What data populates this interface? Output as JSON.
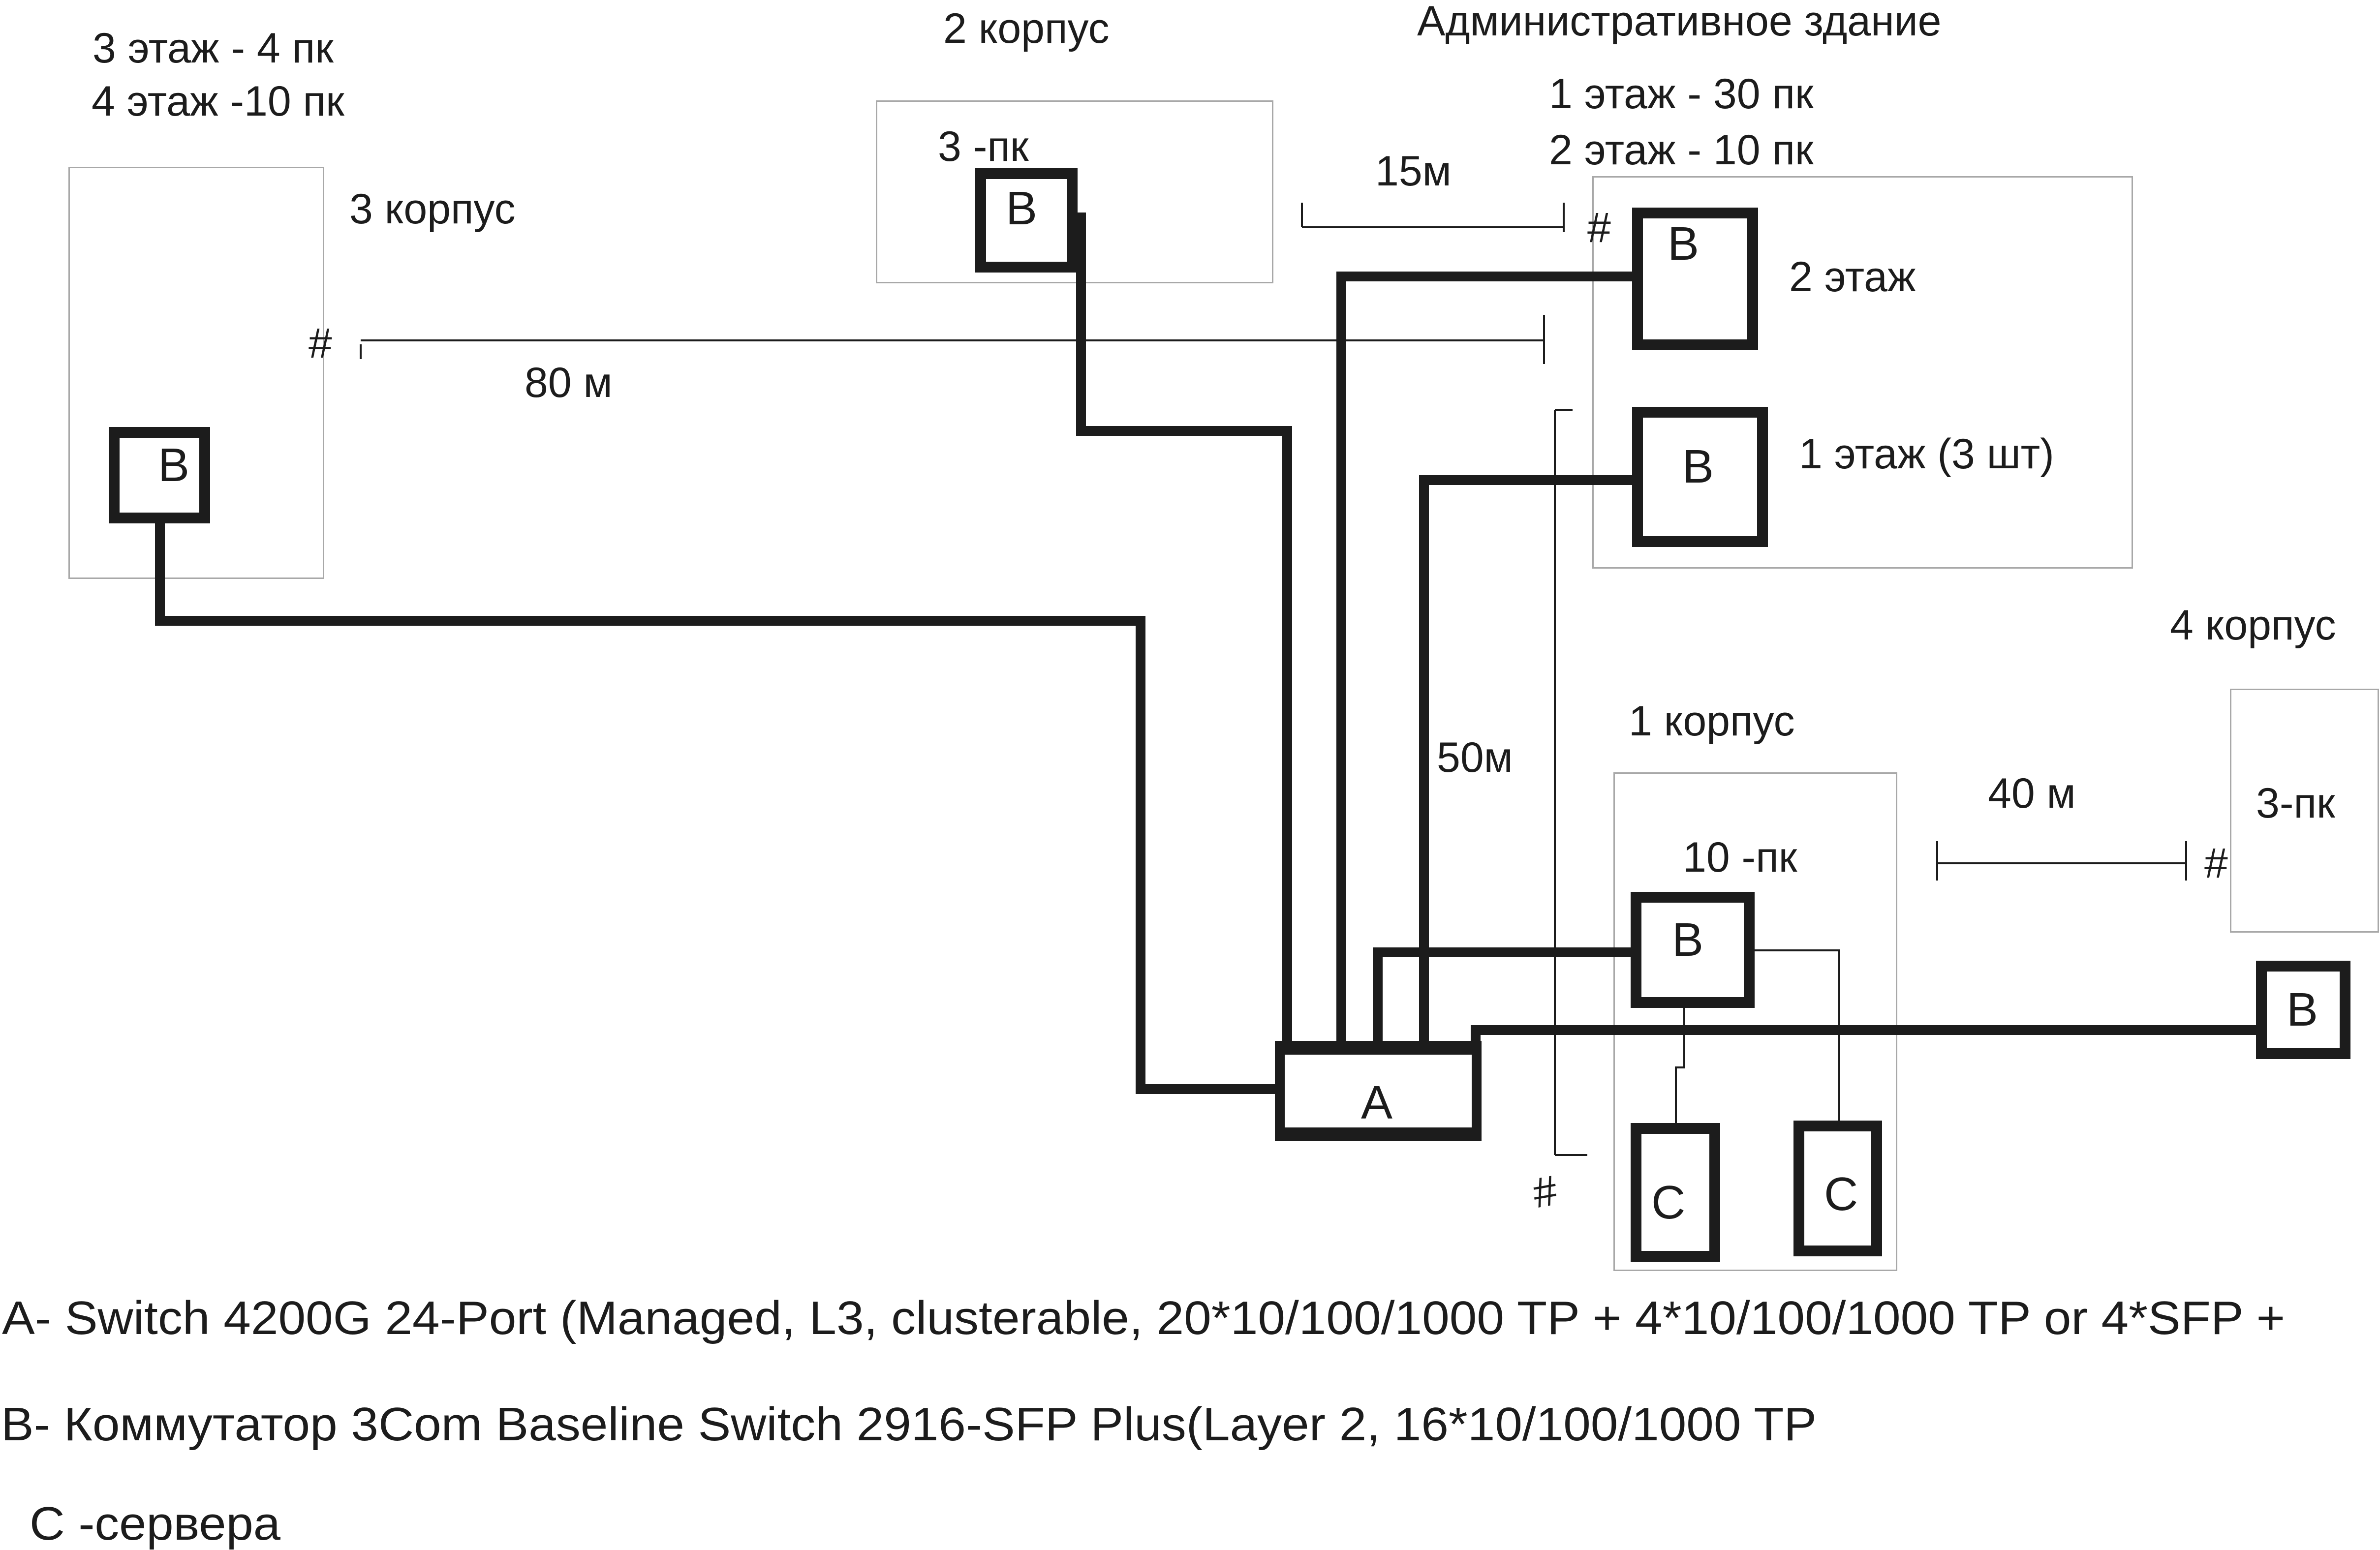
{
  "buildings": {
    "building3": {
      "title": "3  корпус",
      "floors": [
        "3 этаж - 4 пк",
        "4 этаж -10 пк"
      ],
      "port_marker": "#",
      "switch_label": "B"
    },
    "building2": {
      "title": "2 корпус",
      "pc_count": "3 -пк",
      "switch_label": "B"
    },
    "admin": {
      "title": "Административное здание",
      "floors": [
        "1 этаж - 30 пк",
        "2 этаж - 10 пк"
      ],
      "port_marker": "#",
      "switch_floor2_label": "B",
      "switch_floor2_caption": "2 этаж",
      "switch_floor1_label": "B",
      "switch_floor1_caption": "1 этаж (3 шт)"
    },
    "building1": {
      "title": "1 корпус",
      "pc_count": "10 -пк",
      "switch_label": "B",
      "server1_label": "C",
      "server2_label": "C",
      "port_marker": "#"
    },
    "building4": {
      "title": "4  корпус",
      "pc_count": "3-пк",
      "port_marker": "#",
      "switch_label": "B"
    }
  },
  "core_switch": {
    "label": "A"
  },
  "distances": {
    "b3_to_admin": "80 м",
    "b2_to_admin": "15м",
    "admin_to_b1": "50м",
    "b1_to_b4": "40 м"
  },
  "legend": [
    "A- Switch 4200G 24-Port (Managed, L3, clusterable, 20*10/100/1000 TP + 4*10/100/1000 TP or 4*SFP +",
    "B- Коммутатор 3Com Baseline Switch 2916-SFP Plus(Layer 2, 16*10/100/1000 TP",
    "C -сервера"
  ],
  "colors": {
    "line": "#1c1c1c",
    "building_outline": "#a8a8a8",
    "background": "#ffffff"
  }
}
